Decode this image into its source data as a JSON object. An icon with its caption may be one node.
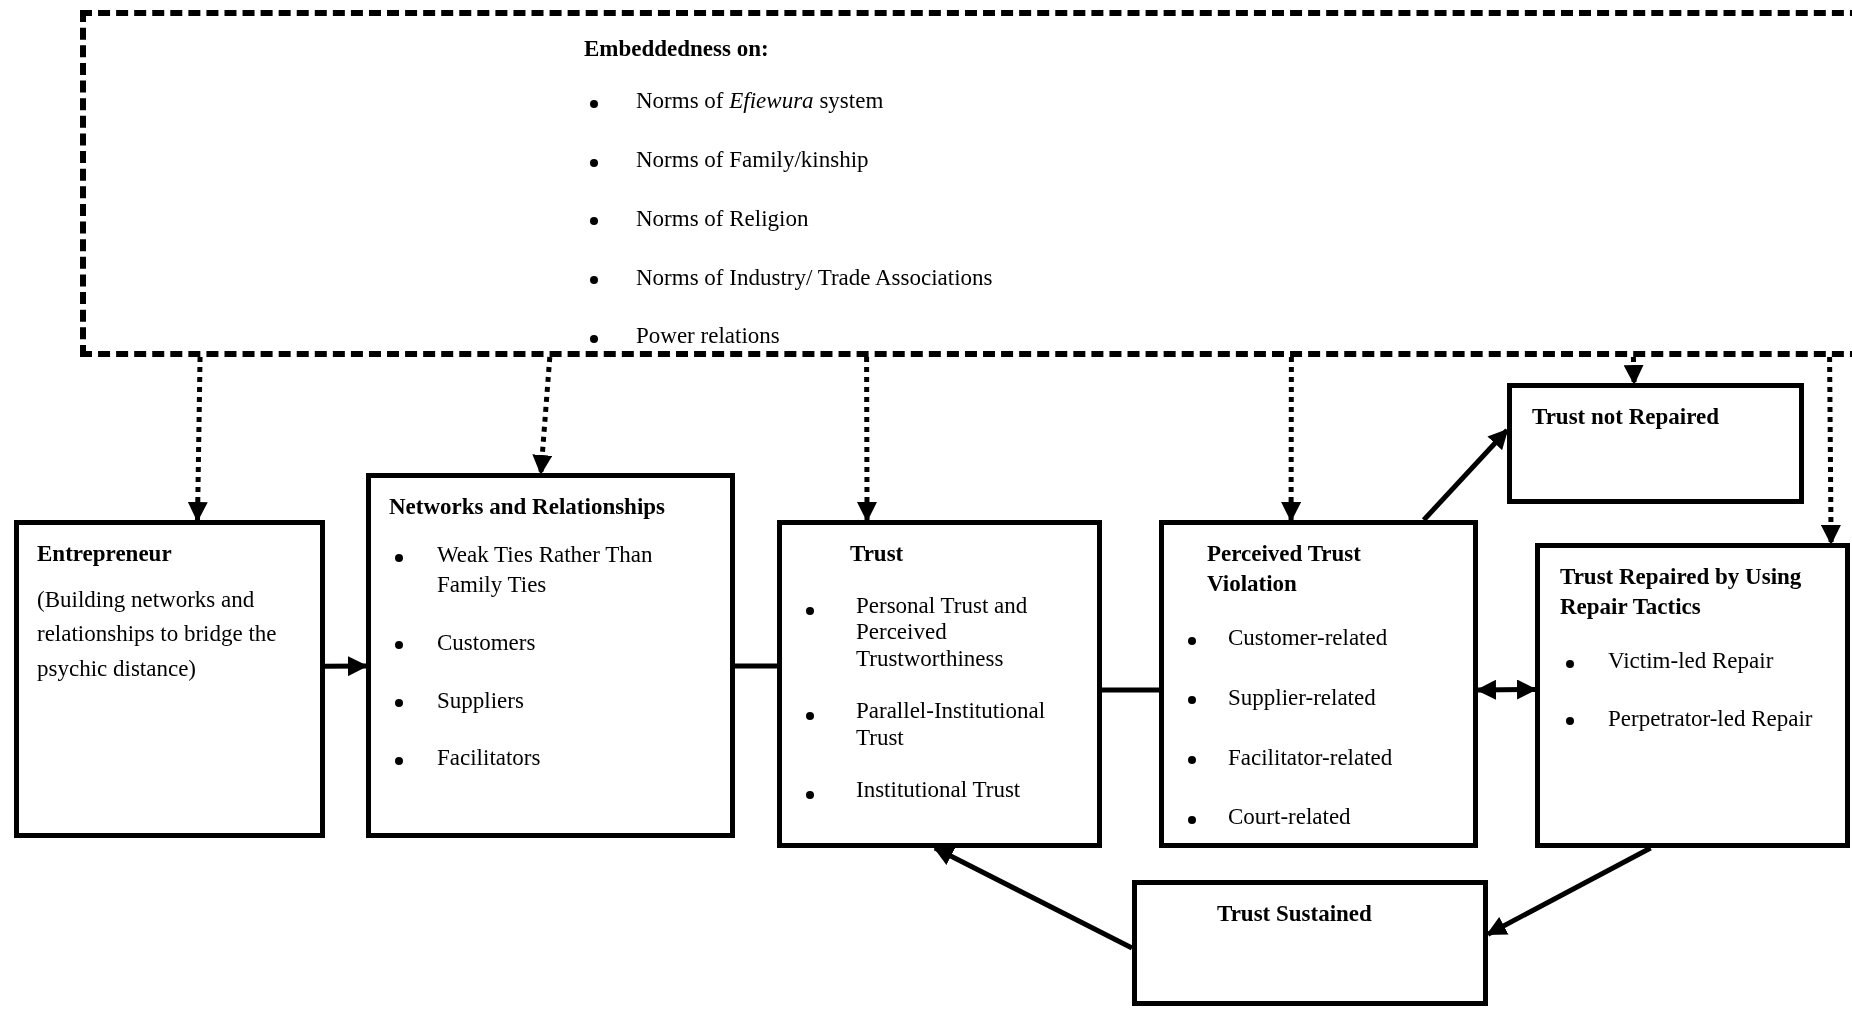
{
  "diagram": {
    "nodes": [
      {
        "text": [
          "Embeddedness on:",
          "Norms of *Efiewura* system",
          "Norms of Family/kinship",
          "Norms of Religion",
          "Norms of Industry/ Trade Associations",
          "Power relations"
        ]
      },
      {
        "text": [
          "Entrepreneur",
          "(Building networks and relationships to bridge the psychic distance)"
        ]
      },
      {
        "text": [
          "Networks and Relationships",
          "Weak Ties Rather Than Family Ties",
          "Customers",
          "Suppliers",
          "Facilitators"
        ]
      },
      {
        "text": [
          "Trust",
          "Personal Trust and Perceived Trustworthiness",
          "Parallel-Institutional Trust",
          "Institutional Trust"
        ]
      },
      {
        "text": [
          "Perceived Trust Violation",
          "Customer-related",
          "Supplier-related",
          "Facilitator-related",
          "Court-related"
        ]
      },
      {
        "text": [
          "Trust not Repaired"
        ]
      },
      {
        "text": [
          "Trust Repaired by Using Repair Tactics",
          "Victim-led Repair",
          "Perpetrator-led Repair"
        ]
      },
      {
        "text": [
          "Trust Sustained"
        ]
      }
    ],
    "edges": [
      {
        "from": 0,
        "to": 1,
        "arrow": "to",
        "style": "dashed"
      },
      {
        "from": 0,
        "to": 2,
        "arrow": "to",
        "style": "dashed"
      },
      {
        "from": 0,
        "to": 3,
        "arrow": "to",
        "style": "dashed"
      },
      {
        "from": 0,
        "to": 4,
        "arrow": "to",
        "style": "dashed"
      },
      {
        "from": 0,
        "to": 5,
        "arrow": "to",
        "style": "dashed"
      },
      {
        "from": 0,
        "to": 6,
        "arrow": "to",
        "style": "dashed"
      },
      {
        "from": 1,
        "to": 2,
        "arrow": "to"
      },
      {
        "from": 2,
        "to": 3,
        "arrow": "none"
      },
      {
        "from": 3,
        "to": 4,
        "arrow": "none"
      },
      {
        "from": 4,
        "to": 5,
        "arrow": "to"
      },
      {
        "from": 4,
        "to": 6,
        "arrow": "both"
      },
      {
        "from": 6,
        "to": 7,
        "arrow": "to"
      },
      {
        "from": 7,
        "to": 3,
        "arrow": "to"
      }
    ]
  }
}
